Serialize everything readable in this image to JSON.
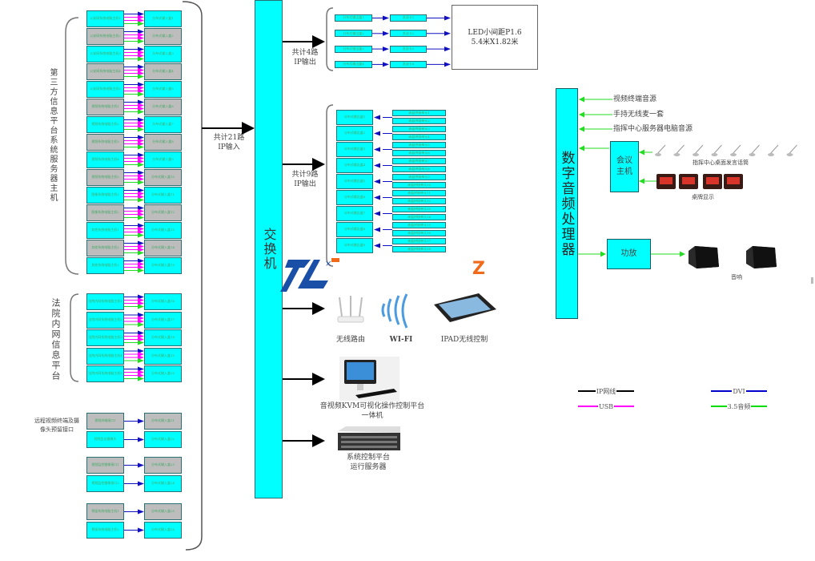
{
  "switch": {
    "label": "交换机"
  },
  "input_summary": "共计21路\nIP输入",
  "groups": [
    {
      "label": "第三方信息平台系统服务器主机",
      "sources": [
        "公安网系统电脑主机1",
        "公安网系统电脑主机2",
        "公安网系统电脑主机3",
        "公安网系统电脑主机4",
        "公安网系统电脑主机5",
        "视频系统电脑主机1",
        "视频系统电脑主机2",
        "视频系统电脑主机3",
        "视频系统电脑主机4",
        "视频系统电脑主机5",
        "图像系统电脑主机1",
        "图像系统电脑主机2",
        "其他系统电脑主机1",
        "其他系统电脑主机2",
        "其他系统电脑主机3"
      ],
      "encoders": [
        "分布式输入盒1",
        "分布式输入盒2",
        "分布式输入盒3",
        "分布式输入盒4",
        "分布式输入盒5",
        "分布式输入盒6",
        "分布式输入盒7",
        "分布式输入盒8",
        "分布式输入盒9",
        "分布式输入盒10",
        "分布式输入盒11",
        "分布式输入盒12",
        "分布式输入盒13",
        "分布式输入盒14",
        "分布式输入盒15"
      ]
    },
    {
      "label": "法院内网信息平台",
      "sources": [
        "法院内网系统电脑主机1",
        "法院内网系统电脑主机2",
        "法院内网系统电脑主机3",
        "法院内网系统电脑主机4",
        "法院内网系统电脑主机5"
      ],
      "encoders": [
        "分布式输入盒16",
        "分布式输入盒17",
        "分布式输入盒18",
        "分布式输入盒19",
        "分布式输入盒20"
      ]
    },
    {
      "label": "远程视频终端及摄像头预留接口",
      "sources": [
        "视频终端接口1",
        "视频会议摄像头",
        "视频监控摄像接口1",
        "视频监控摄像接口2",
        "预留系统电脑主机1",
        "预留系统电脑主机2"
      ],
      "encoders": [
        "分布式输入盒21",
        "分布式输入盒22",
        "分布式输入盒23",
        "分布式输入盒24",
        "分布式输入盒25",
        "分布式输入盒26"
      ]
    }
  ],
  "led_output": {
    "summary": "共计4路\nIP输出",
    "decoders": [
      "分布式输出盒1",
      "分布式输出盒2",
      "分布式输出盒3",
      "分布式输出盒4"
    ],
    "processors": [
      "发送卡1",
      "发送卡2",
      "发送卡3",
      "发送卡4"
    ],
    "screen": "LED小间距P1.6\n5.4米X1.82米"
  },
  "display_output": {
    "summary": "共计9路\nIP输出",
    "decoders": [
      "分布式输出盒1",
      "分布式输出盒2",
      "分布式输出盒3",
      "分布式输出盒4",
      "分布式输出盒5",
      "分布式输出盒6",
      "分布式输出盒7",
      "分布式输出盒8",
      "分布式输出盒9"
    ],
    "displays": [
      "液晶拼接单元1",
      "液晶拼接单元2",
      "液晶拼接单元3",
      "液晶拼接单元4",
      "液晶拼接单元5",
      "液晶拼接单元6",
      "液晶拼接单元7",
      "液晶拼接单元8",
      "液晶拼接单元9",
      "液晶拼接单元10",
      "液晶拼接单元11",
      "液晶拼接单元12",
      "液晶拼接单元13",
      "液晶拼接单元14",
      "液晶拼接单元15",
      "液晶拼接单元16",
      "液晶拼接单元17",
      "液晶拼接单元18"
    ]
  },
  "devices": {
    "router": "无线路由",
    "wifi": "WI-FI",
    "ipad": "IPAD无线控制",
    "kvm": "音视频KVM可视化操作控制平台\n一体机",
    "server": "系统控制平台\n运行服务器"
  },
  "audio": {
    "dsp": "数字音频处理器",
    "inputs": [
      "视频终端音源",
      "手持无线麦一套",
      "指挥中心服务器电脑音源"
    ],
    "conference_host": "会议\n主机",
    "mics_label": "指挥中心桌面发言话筒",
    "nameplates_label": "桌牌显示",
    "amplifier": "功放",
    "speakers_label": "音响"
  },
  "legend": [
    {
      "label": "IP网线",
      "color": "#000000"
    },
    {
      "label": "USB",
      "color": "#ff00ff"
    },
    {
      "label": "DVI",
      "color": "#0000cc"
    },
    {
      "label": "3.5音频",
      "color": "#00dd00"
    }
  ],
  "colors": {
    "device": "#00ffff",
    "alt": "#bdbdbd",
    "logo_blue": "#1a4fa8",
    "logo_orange": "#f06a1a"
  }
}
